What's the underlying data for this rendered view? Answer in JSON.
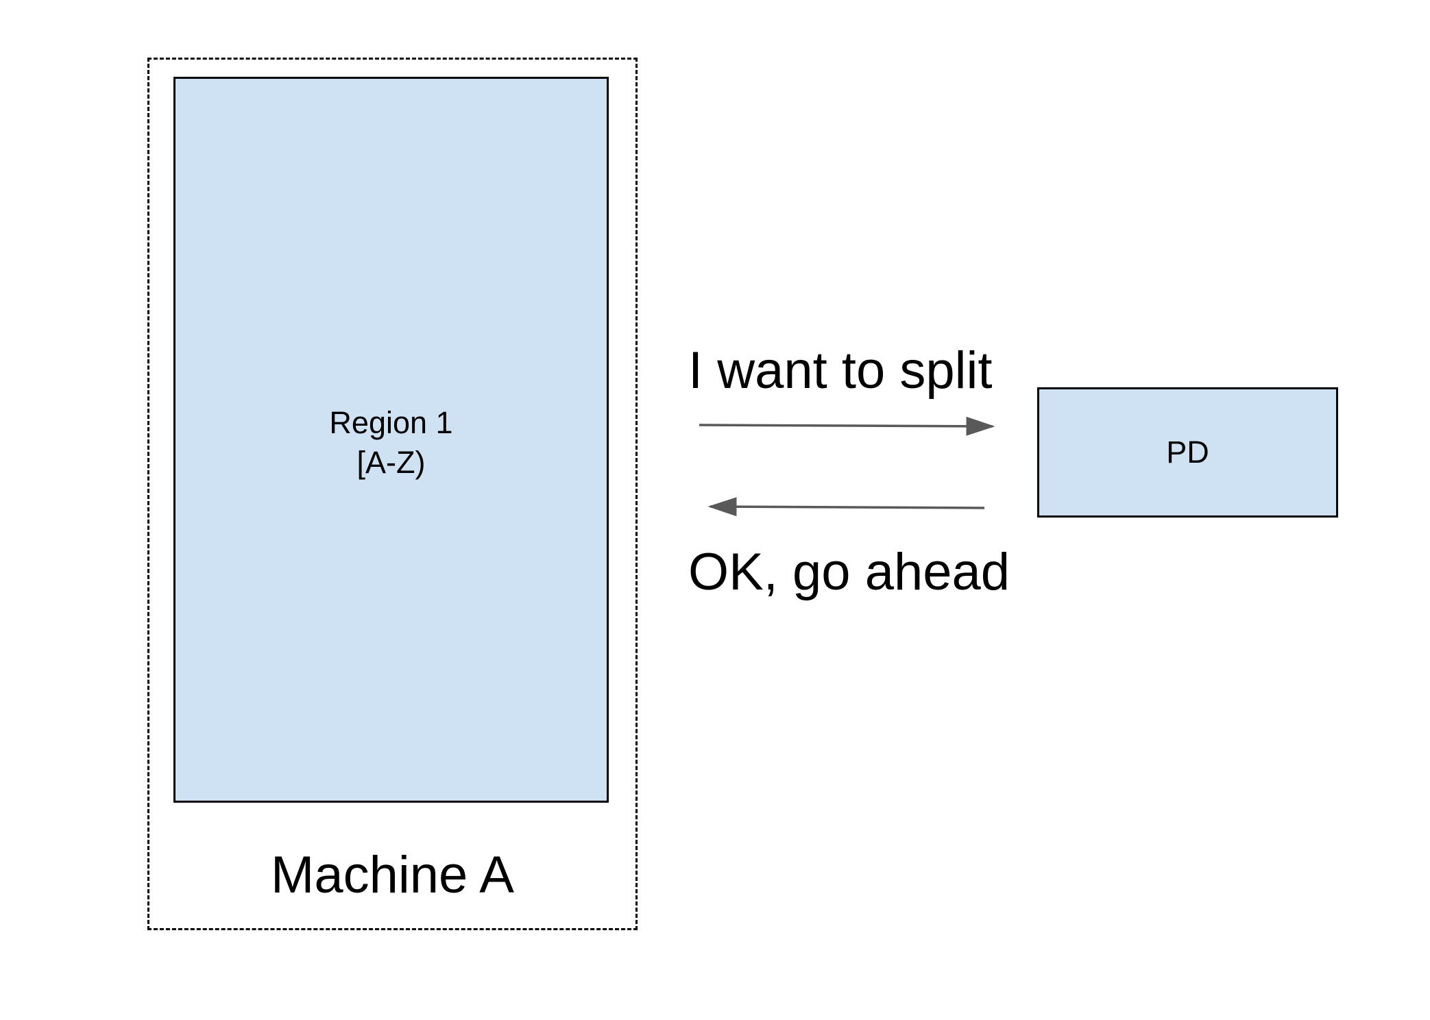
{
  "machine": {
    "label": "Machine A"
  },
  "region": {
    "name": "Region 1",
    "range": "[A-Z)"
  },
  "pd": {
    "label": "PD"
  },
  "messages": {
    "request": "I want to split",
    "response": "OK, go ahead"
  },
  "colors": {
    "box_fill": "#cfe2f3",
    "border": "#000000",
    "arrow": "#595959"
  }
}
